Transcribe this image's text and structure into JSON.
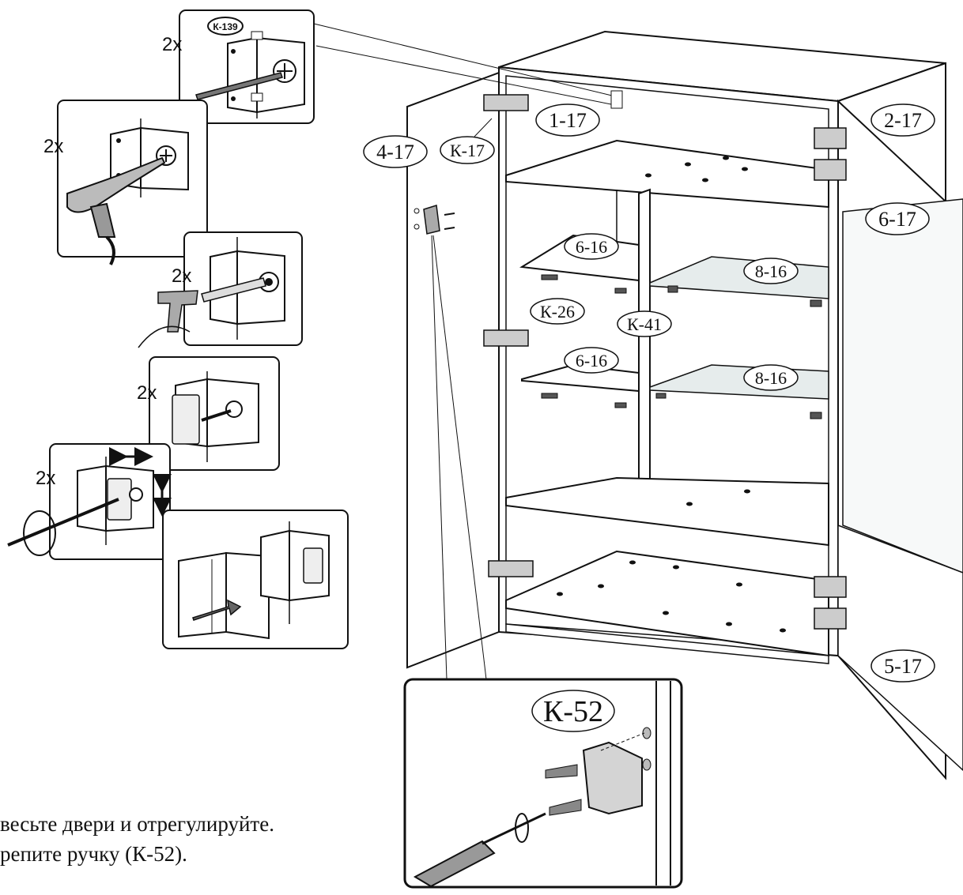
{
  "steps": [
    {
      "multiplier": "2x",
      "part": "К-139"
    },
    {
      "multiplier": "2x"
    },
    {
      "multiplier": "2x"
    },
    {
      "multiplier": "2x"
    },
    {
      "multiplier": "2x"
    }
  ],
  "labels": {
    "top": "1-17",
    "right_side": "2-17",
    "left_door": "4-17",
    "hinge": "К-17",
    "glass_door": "6-17",
    "shelf_upper": "6-16",
    "shelf_lower": "6-16",
    "glass_upper": "8-16",
    "glass_lower": "8-16",
    "shelf_pin": "К-26",
    "glass_holder": "К-41",
    "bottom_door": "5-17",
    "handle": "К-52"
  },
  "instructions": [
    "весьте двери и отрегулируйте.",
    "репите ручку (К-52)."
  ]
}
